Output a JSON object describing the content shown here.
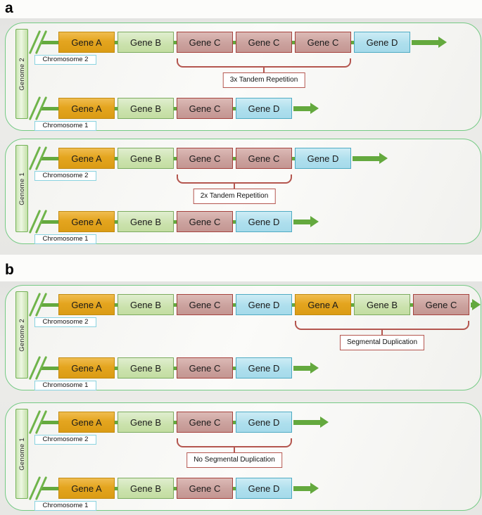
{
  "figure": {
    "panels": [
      {
        "label": "a",
        "genomes": [
          {
            "name": "Genome 2",
            "annotation": "3x Tandem Repetition",
            "bracket_genes": [
              2,
              4
            ],
            "chromosomes": [
              {
                "name": "Chromosome 2",
                "genes": [
                  "Gene A",
                  "Gene B",
                  "Gene C",
                  "Gene C",
                  "Gene C",
                  "Gene D"
                ]
              },
              {
                "name": "Chromosome 1",
                "genes": [
                  "Gene A",
                  "Gene B",
                  "Gene C",
                  "Gene D"
                ]
              }
            ]
          },
          {
            "name": "Genome 1",
            "annotation": "2x Tandem Repetition",
            "bracket_genes": [
              2,
              3
            ],
            "chromosomes": [
              {
                "name": "Chromosome 2",
                "genes": [
                  "Gene A",
                  "Gene B",
                  "Gene C",
                  "Gene C",
                  "Gene D"
                ]
              },
              {
                "name": "Chromosome 1",
                "genes": [
                  "Gene A",
                  "Gene B",
                  "Gene C",
                  "Gene D"
                ]
              }
            ]
          }
        ]
      },
      {
        "label": "b",
        "genomes": [
          {
            "name": "Genome 2",
            "annotation": "Segmental Duplication",
            "bracket_genes": [
              4,
              6
            ],
            "chromosomes": [
              {
                "name": "Chromosome 2",
                "genes": [
                  "Gene A",
                  "Gene B",
                  "Gene C",
                  "Gene D",
                  "Gene A",
                  "Gene B",
                  "Gene C"
                ]
              },
              {
                "name": "Chromosome 1",
                "genes": [
                  "Gene A",
                  "Gene B",
                  "Gene C",
                  "Gene D"
                ]
              }
            ]
          },
          {
            "name": "Genome 1",
            "annotation": "No Segmental Duplication",
            "bracket_genes": [
              2,
              3
            ],
            "chromosomes": [
              {
                "name": "Chromosome 2",
                "genes": [
                  "Gene A",
                  "Gene B",
                  "Gene C",
                  "Gene D"
                ]
              },
              {
                "name": "Chromosome 1",
                "genes": [
                  "Gene A",
                  "Gene B",
                  "Gene C",
                  "Gene D"
                ]
              }
            ]
          }
        ]
      }
    ],
    "colors": {
      "gene_a_fill": "#e4a51f",
      "gene_a_border": "#c18b10",
      "gene_b_fill": "#cbe2ad",
      "gene_b_border": "#7cab5e",
      "gene_c_fill": "#cba29e",
      "gene_c_border": "#a5423d",
      "gene_d_fill": "#aedfed",
      "gene_d_border": "#4fabc3",
      "chromosome_line": "#64a93e",
      "bracket_and_annotation_border": "#b4564f",
      "genome_box_border": "#75ca84",
      "genome_tab_fill": "#d5e9c0",
      "chromosome_label_border": "#8ad3e0",
      "background_band": "#e8e8e6"
    }
  }
}
